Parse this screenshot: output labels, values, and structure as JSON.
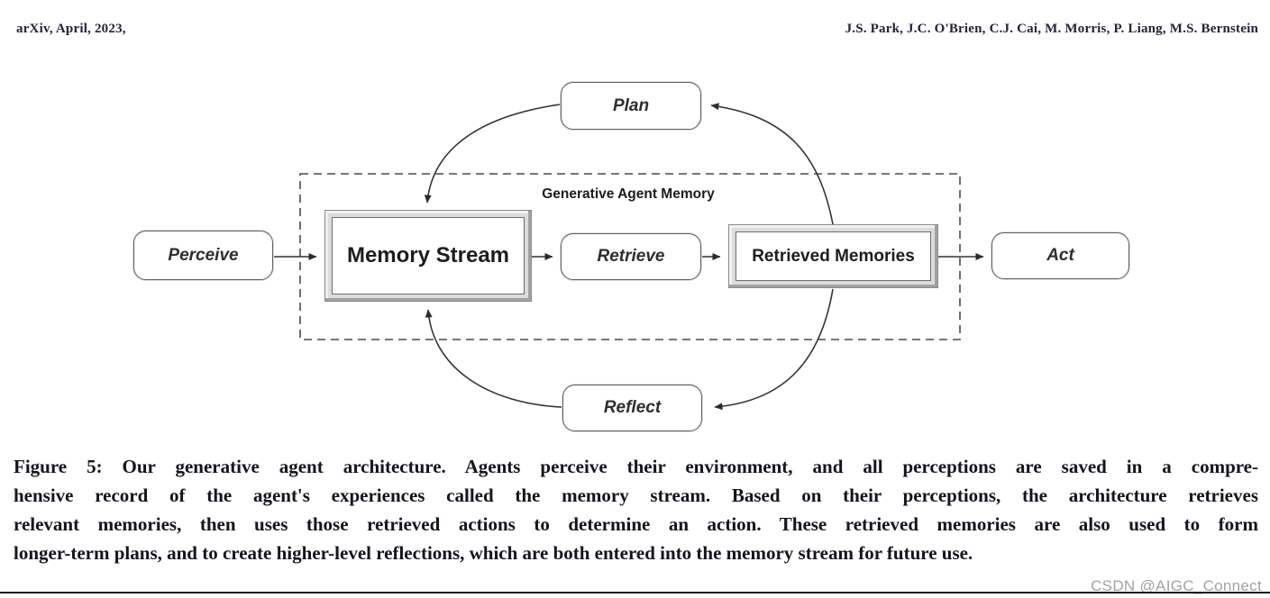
{
  "header": {
    "left": "arXiv, April, 2023,",
    "right": "J.S. Park, J.C. O'Brien, C.J. Cai, M. Morris, P. Liang, M.S. Bernstein"
  },
  "diagram": {
    "memory_region_label": "Generative Agent Memory",
    "nodes": {
      "perceive": "Perceive",
      "plan": "Plan",
      "memory_stream": "Memory Stream",
      "retrieve": "Retrieve",
      "retrieved_memories": "Retrieved Memories",
      "act": "Act",
      "reflect": "Reflect"
    },
    "edges": [
      "perceive-to-memory-stream",
      "memory-stream-to-retrieve",
      "retrieve-to-retrieved-memories",
      "retrieved-memories-to-act",
      "plan-to-memory-stream",
      "retrieved-memories-to-plan",
      "reflect-to-memory-stream",
      "retrieved-memories-to-reflect"
    ],
    "colors": {
      "box_border": "#5f5f5f",
      "frame_fill": "#dcdcdc",
      "arrow": "#333333",
      "dashed_border": "#4a4a4a"
    }
  },
  "caption": {
    "lines": [
      "Figure 5: Our generative agent architecture. Agents perceive their environment, and all perceptions are saved in a compre-",
      "hensive record of the agent's experiences called the memory stream. Based on their perceptions, the architecture retrieves",
      "relevant memories, then uses those retrieved actions to determine an action. These retrieved memories are also used to form",
      "longer-term plans, and to create higher-level reflections, which are both entered into the memory stream for future use."
    ]
  },
  "watermark": "CSDN @AIGC_Connect"
}
